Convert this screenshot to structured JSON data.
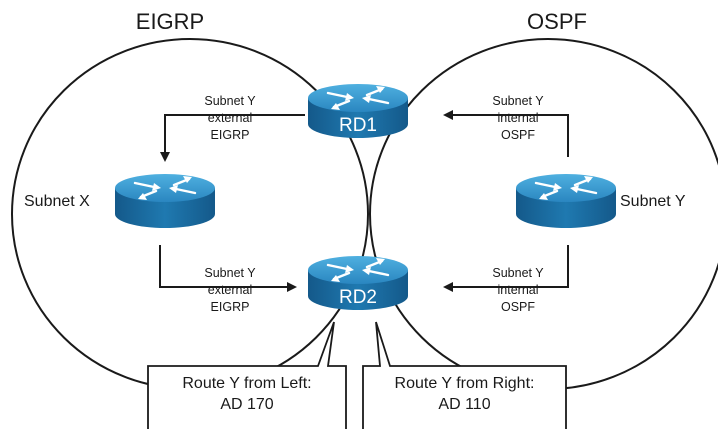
{
  "domains": {
    "left": {
      "title": "EIGRP"
    },
    "right": {
      "title": "OSPF"
    }
  },
  "routers": {
    "rd1": {
      "name": "RD1"
    },
    "rd2": {
      "name": "RD2"
    }
  },
  "subnets": {
    "left_label": "Subnet X",
    "right_label": "Subnet Y"
  },
  "annotations": [
    {
      "line1": "Subnet Y",
      "line2": "external",
      "line3": "EIGRP"
    },
    {
      "line1": "Subnet Y",
      "line2": "internal",
      "line3": "OSPF"
    },
    {
      "line1": "Subnet Y",
      "line2": "external",
      "line3": "EIGRP"
    },
    {
      "line1": "Subnet Y",
      "line2": "internal",
      "line3": "OSPF"
    }
  ],
  "callouts": [
    {
      "line1": "Route Y from Left:",
      "line2": "AD 170"
    },
    {
      "line1": "Route Y from Right:",
      "line2": "AD 110"
    }
  ],
  "colors": {
    "router_top": "#3a9ad0",
    "router_body": "#1c6fa3",
    "router_dark": "#0f4f7c",
    "line": "#1a1a1a"
  }
}
